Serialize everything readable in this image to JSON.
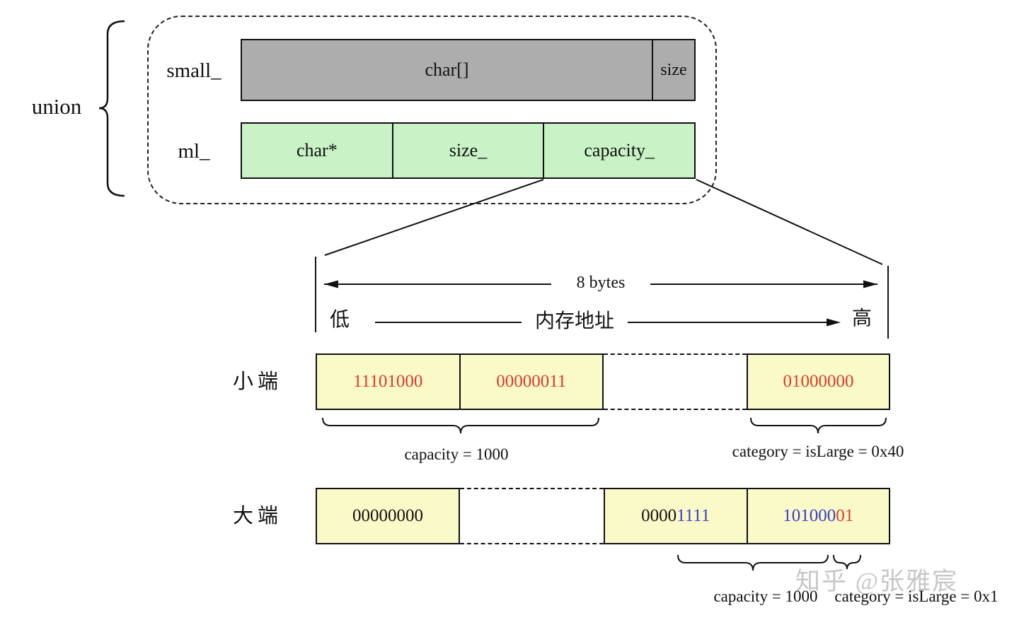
{
  "union_block": {
    "brace_label": "union",
    "small_row": {
      "label": "small_",
      "char_array_cell": "char[]",
      "size_cell": "size"
    },
    "ml_row": {
      "label": "ml_",
      "char_ptr_cell": "char*",
      "size_cell": "size_",
      "capacity_cell": "capacity_"
    }
  },
  "axis": {
    "span_label": "8 bytes",
    "low_label": "低",
    "center_label": "内存地址",
    "high_label": "高"
  },
  "little_endian": {
    "row_label": "小端",
    "byte0_bits": "11101000",
    "byte1_bits": "00000011",
    "byte7_bits": "01000000",
    "capacity_annotation": "capacity = 1000",
    "category_annotation": "category = isLarge = 0x40"
  },
  "big_endian": {
    "row_label": "大端",
    "byte0_bits": "00000000",
    "byte6_prefix_bits": "0000",
    "byte6_capacity_bits": "1111",
    "byte7_capacity_bits": "101000",
    "byte7_category_bits": "01",
    "capacity_annotation": "capacity = 1000",
    "category_annotation": "category = isLarge = 0x1"
  },
  "watermark": {
    "text": "知乎 @张雅宸"
  },
  "colors": {
    "capacity_bit_red": "#dd3a2a",
    "capacity_bit_blue": "#3c3ccd",
    "byte_cell_fill": "#fafac8",
    "ml_row_fill": "#c9f3c6",
    "small_row_fill": "#adadad",
    "watermark_gray": "#c7c7c7"
  }
}
